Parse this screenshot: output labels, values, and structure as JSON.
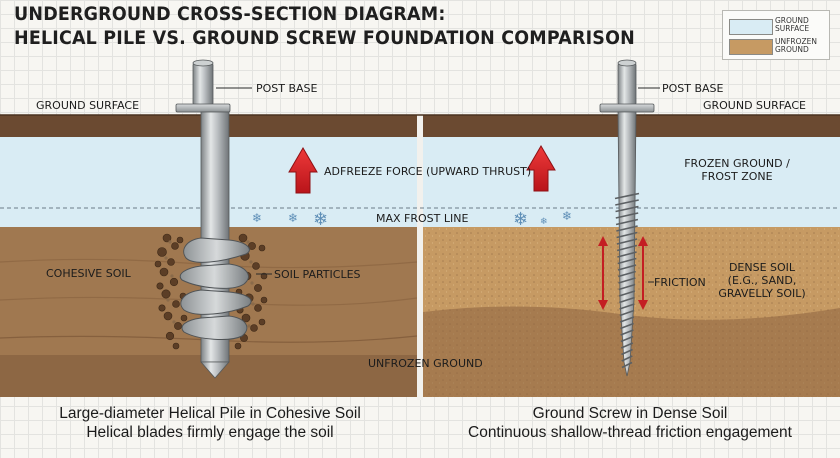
{
  "title": {
    "line1": "UNDERGROUND CROSS-SECTION DIAGRAM:",
    "line2": "HELICAL PILE VS. GROUND SCREW FOUNDATION COMPARISON"
  },
  "legend": {
    "items": [
      {
        "label_line1": "GROUND",
        "label_line2": "SURFACE",
        "color": "#d9ecf4"
      },
      {
        "label_line1": "UNFROZEN",
        "label_line2": "GROUND",
        "color": "#c69a63"
      }
    ]
  },
  "labels": {
    "post_base_left": "POST BASE",
    "post_base_right": "POST BASE",
    "ground_surface_left": "GROUND SURFACE",
    "ground_surface_right": "GROUND SURFACE",
    "adfreeze": "ADFREEZE FORCE (UPWARD THRUST)",
    "frozen_line1": "FROZEN GROUND /",
    "frozen_line2": "FROST ZONE",
    "max_frost": "MAX FROST LINE",
    "cohesive_soil": "COHESIVE SOIL",
    "soil_particles": "SOIL PARTICLES",
    "friction": "FRICTION",
    "dense_line1": "DENSE SOIL",
    "dense_line2": "(E.G., SAND,",
    "dense_line3": "GRAVELLY SOIL)",
    "unfrozen": "UNFROZEN GROUND"
  },
  "captions": {
    "left_line1": "Large-diameter Helical Pile in Cohesive Soil",
    "left_line2": "Helical blades firmly engage the soil",
    "right_line1": "Ground Screw in Dense Soil",
    "right_line2": "Continuous shallow-thread friction engagement"
  },
  "colors": {
    "frozen_zone": "#d9ecf4",
    "cohesive_soil": "#a07850",
    "dense_soil": "#c69a63",
    "topsoil": "#6b4a31",
    "steel": "#b9bdc0",
    "adfreeze_arrow": "#d8242a",
    "friction_arrow": "#c41e23"
  }
}
